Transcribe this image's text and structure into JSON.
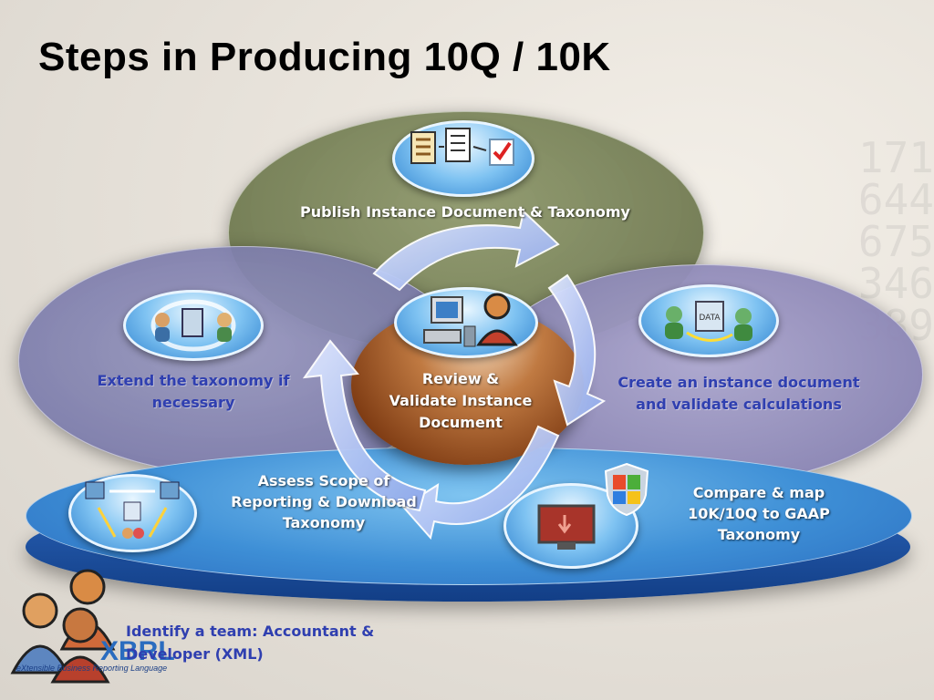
{
  "title": "Steps in Producing 10Q / 10K",
  "steps": {
    "publish": "Publish Instance Document & Taxonomy",
    "extend": [
      "Extend the taxonomy if",
      "necessary"
    ],
    "create": [
      "Create an instance document",
      "and validate calculations"
    ],
    "review": [
      "Review &",
      "Validate Instance",
      "Document"
    ],
    "assess": [
      "Assess Scope of",
      "Reporting & Download",
      "Taxonomy"
    ],
    "compare": [
      "Compare  & map",
      "10K/10Q to GAAP",
      "Taxonomy"
    ],
    "identify": [
      "Identify a team: Accountant &",
      "Developer (XML)"
    ]
  },
  "icon_text": {
    "data_doc": "DATA"
  },
  "logo": {
    "mark": "XBRL",
    "tagline": "eXtensible Business Reporting Language"
  },
  "background_numbers": [
    "171",
    "644",
    "675",
    "346",
    "389"
  ],
  "colors": {
    "platform": "#3e8fd6",
    "review": "#8a4418",
    "arrow": "#9fb6ee",
    "label_blue": "#2f3fb0"
  }
}
